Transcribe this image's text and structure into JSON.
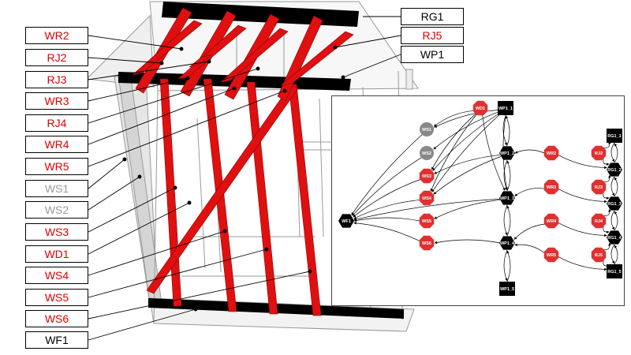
{
  "structure_labels": {
    "left": [
      {
        "id": "WR2",
        "text": "WR2",
        "color": "#e00000"
      },
      {
        "id": "RJ2",
        "text": "RJ2",
        "color": "#e00000"
      },
      {
        "id": "RJ3",
        "text": "RJ3",
        "color": "#e00000"
      },
      {
        "id": "WR3",
        "text": "WR3",
        "color": "#e00000"
      },
      {
        "id": "RJ4",
        "text": "RJ4",
        "color": "#e00000"
      },
      {
        "id": "WR4",
        "text": "WR4",
        "color": "#e00000"
      },
      {
        "id": "WR5",
        "text": "WR5",
        "color": "#e00000"
      },
      {
        "id": "WS1",
        "text": "WS1",
        "color": "#9a9a9a"
      },
      {
        "id": "WS2",
        "text": "WS2",
        "color": "#9a9a9a"
      },
      {
        "id": "WS3",
        "text": "WS3",
        "color": "#e00000"
      },
      {
        "id": "WD1",
        "text": "WD1",
        "color": "#e00000"
      },
      {
        "id": "WS4",
        "text": "WS4",
        "color": "#e00000"
      },
      {
        "id": "WS5",
        "text": "WS5",
        "color": "#e00000"
      },
      {
        "id": "WS6",
        "text": "WS6",
        "color": "#e00000"
      },
      {
        "id": "WF1",
        "text": "WF1",
        "color": "#000000"
      }
    ],
    "right": [
      {
        "id": "RG1",
        "text": "RG1",
        "color": "#000000"
      },
      {
        "id": "RJ5",
        "text": "RJ5",
        "color": "#e00000"
      },
      {
        "id": "WP1",
        "text": "WP1",
        "color": "#000000"
      }
    ]
  },
  "graph": {
    "nodes": [
      {
        "id": "WD1",
        "label": "WD1",
        "shape": "octagon",
        "color": "#e03030"
      },
      {
        "id": "WP1_1",
        "label": "WP1_1",
        "shape": "square",
        "color": "#000000"
      },
      {
        "id": "WS1",
        "label": "WS1",
        "shape": "circle",
        "color": "#888888"
      },
      {
        "id": "WS2",
        "label": "WS2",
        "shape": "circle",
        "color": "#888888"
      },
      {
        "id": "WS3",
        "label": "WS3",
        "shape": "octagon",
        "color": "#e03030"
      },
      {
        "id": "WS4",
        "label": "WS4",
        "shape": "octagon",
        "color": "#e03030"
      },
      {
        "id": "WS5",
        "label": "WS5",
        "shape": "octagon",
        "color": "#e03030"
      },
      {
        "id": "WS6",
        "label": "WS6",
        "shape": "octagon",
        "color": "#e03030"
      },
      {
        "id": "WF1",
        "label": "WF1",
        "shape": "hexagon",
        "color": "#000000"
      },
      {
        "id": "WP1_2",
        "label": "WP1_2",
        "shape": "hexagon",
        "color": "#000000"
      },
      {
        "id": "WP1_3",
        "label": "WP1_3",
        "shape": "hexagon",
        "color": "#000000"
      },
      {
        "id": "WP1_4",
        "label": "WP1_4",
        "shape": "hexagon",
        "color": "#000000"
      },
      {
        "id": "WP1_5",
        "label": "WP1_5",
        "shape": "square",
        "color": "#000000"
      },
      {
        "id": "WR2",
        "label": "WR2",
        "shape": "octagon",
        "color": "#e03030"
      },
      {
        "id": "WR3",
        "label": "WR3",
        "shape": "octagon",
        "color": "#e03030"
      },
      {
        "id": "WR4",
        "label": "WR4",
        "shape": "octagon",
        "color": "#e03030"
      },
      {
        "id": "WR5",
        "label": "WR5",
        "shape": "octagon",
        "color": "#e03030"
      },
      {
        "id": "RJ2",
        "label": "RJ2",
        "shape": "octagon",
        "color": "#e03030"
      },
      {
        "id": "RJ3",
        "label": "RJ3",
        "shape": "octagon",
        "color": "#e03030"
      },
      {
        "id": "RJ4",
        "label": "RJ4",
        "shape": "octagon",
        "color": "#e03030"
      },
      {
        "id": "RJ5",
        "label": "RJ5",
        "shape": "octagon",
        "color": "#e03030"
      },
      {
        "id": "RG1_1",
        "label": "RG1_1",
        "shape": "square",
        "color": "#000000"
      },
      {
        "id": "RG1_2",
        "label": "RG1_2",
        "shape": "hexagon",
        "color": "#000000"
      },
      {
        "id": "RG1_3",
        "label": "RG1_3",
        "shape": "hexagon",
        "color": "#000000"
      },
      {
        "id": "RG1_4",
        "label": "RG1_4",
        "shape": "hexagon",
        "color": "#000000"
      },
      {
        "id": "RG1_5",
        "label": "RG1_5",
        "shape": "square",
        "color": "#000000"
      }
    ],
    "edges": [
      [
        "WP1_1",
        "WS1"
      ],
      [
        "WP1_1",
        "WS2"
      ],
      [
        "WP1_1",
        "WS3"
      ],
      [
        "WP1_1",
        "WS4"
      ],
      [
        "WP1_1",
        "WP1_2"
      ],
      [
        "WP1_1",
        "WP1_3"
      ],
      [
        "WD1",
        "WS1"
      ],
      [
        "WD1",
        "WS3"
      ],
      [
        "WD1",
        "WS4"
      ],
      [
        "WD1",
        "WP1_3"
      ],
      [
        "WS1",
        "WF1"
      ],
      [
        "WS2",
        "WF1"
      ],
      [
        "WS3",
        "WF1"
      ],
      [
        "WS4",
        "WF1"
      ],
      [
        "WS5",
        "WF1"
      ],
      [
        "WS6",
        "WF1"
      ],
      [
        "WP1_2",
        "WP1_1"
      ],
      [
        "WP1_2",
        "WS3"
      ],
      [
        "WP1_2",
        "WS4"
      ],
      [
        "WP1_2",
        "WP1_3"
      ],
      [
        "WP1_3",
        "WP1_2"
      ],
      [
        "WP1_3",
        "WS5"
      ],
      [
        "WP1_3",
        "WP1_4"
      ],
      [
        "WP1_3",
        "WF1"
      ],
      [
        "WP1_4",
        "WP1_3"
      ],
      [
        "WP1_4",
        "WS6"
      ],
      [
        "WP1_4",
        "WP1_5"
      ],
      [
        "WP1_5",
        "WP1_4"
      ],
      [
        "WR2",
        "WP1_2"
      ],
      [
        "WR2",
        "RG1_2"
      ],
      [
        "WR3",
        "WP1_3"
      ],
      [
        "WR3",
        "RG1_3"
      ],
      [
        "WR4",
        "WP1_4"
      ],
      [
        "WR4",
        "RG1_4"
      ],
      [
        "WR5",
        "WP1_4"
      ],
      [
        "WR5",
        "RG1_5"
      ],
      [
        "RJ2",
        "RG1_1"
      ],
      [
        "RJ2",
        "RG1_2"
      ],
      [
        "RJ3",
        "RG1_2"
      ],
      [
        "RJ3",
        "RG1_3"
      ],
      [
        "RJ4",
        "RG1_3"
      ],
      [
        "RJ4",
        "RG1_4"
      ],
      [
        "RJ5",
        "RG1_4"
      ],
      [
        "RJ5",
        "RG1_5"
      ],
      [
        "RG1_1",
        "RG1_2"
      ],
      [
        "RG1_2",
        "RG1_1"
      ],
      [
        "RG1_2",
        "RG1_3"
      ],
      [
        "RG1_3",
        "RG1_2"
      ],
      [
        "RG1_3",
        "RG1_4"
      ],
      [
        "RG1_4",
        "RG1_3"
      ],
      [
        "RG1_4",
        "RG1_5"
      ],
      [
        "RG1_5",
        "RG1_4"
      ]
    ]
  },
  "colors": {
    "member_red": "#e01010",
    "member_black": "#000000",
    "outline": "#888888"
  }
}
